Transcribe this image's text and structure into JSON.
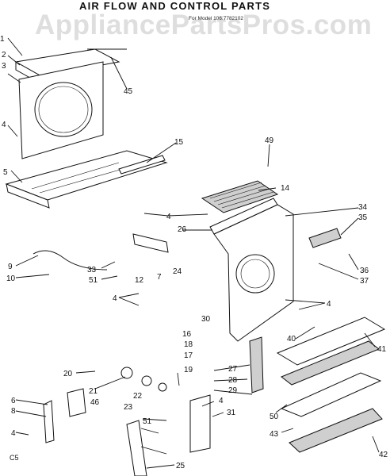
{
  "title": "AIR FLOW AND CONTROL PARTS",
  "model_line": "For Model 106.7782102",
  "watermark": "AppliancePartsPros.com",
  "footer_code": "C5",
  "callouts": [
    "1",
    "2",
    "3",
    "4",
    "5",
    "45",
    "15",
    "49",
    "14",
    "34",
    "35",
    "4",
    "26",
    "9",
    "33",
    "10",
    "51",
    "12",
    "7",
    "24",
    "36",
    "37",
    "4",
    "30",
    "4",
    "40",
    "41",
    "16",
    "18",
    "17",
    "20",
    "19",
    "27",
    "28",
    "29",
    "4",
    "31",
    "6",
    "8",
    "4",
    "21",
    "46",
    "22",
    "23",
    "51",
    "50",
    "43",
    "42",
    "25"
  ]
}
